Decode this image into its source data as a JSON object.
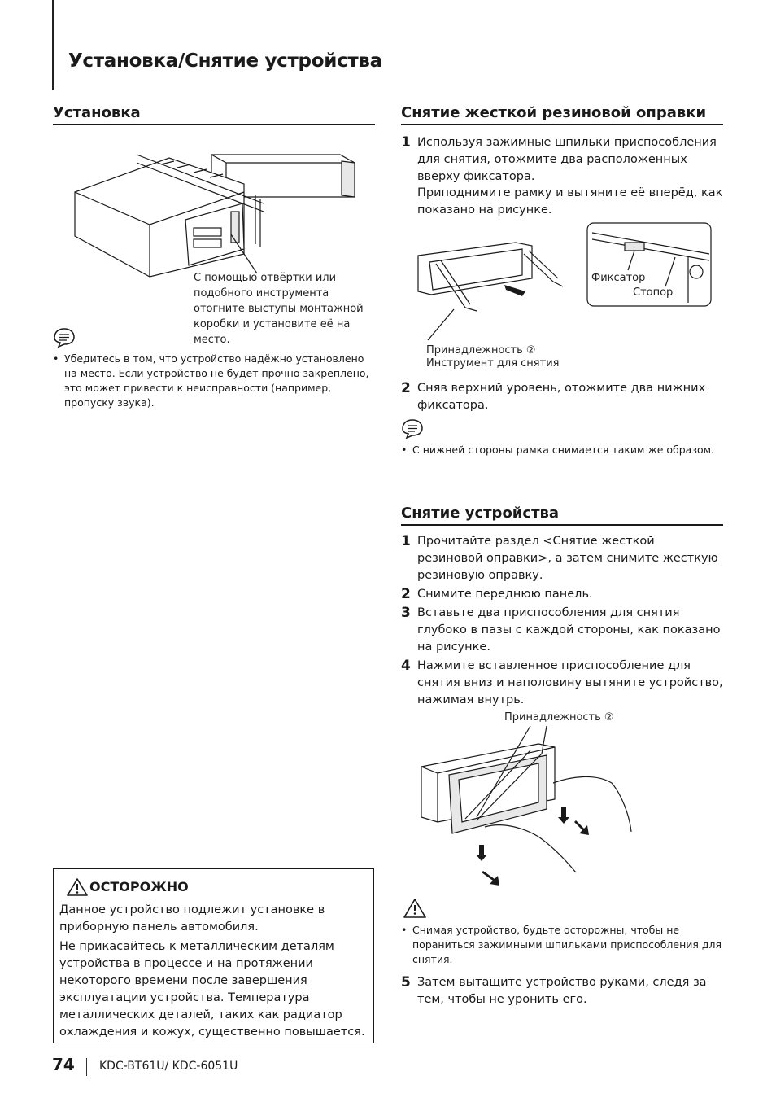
{
  "page": {
    "title": "Установка/Снятие устройства",
    "number": "74",
    "model": "KDC-BT61U/ KDC-6051U"
  },
  "install": {
    "heading": "Установка",
    "callout": "С помощью отвёртки или подобного инструмента отогните выступы монтажной коробки и установите её на место.",
    "note_bullet": "Убедитесь в том, что устройство надёжно установлено на место. Если устройство не будет прочно закреплено, это может привести к неисправности (например, пропуску звука)."
  },
  "caution": {
    "title": "ОСТОРОЖНО",
    "p1": "Данное устройство подлежит установке в приборную панель автомобиля.",
    "p2": "Не прикасайтесь к металлическим деталям устройства в процессе и на протяжении некоторого времени после завершения эксплуатации устройства. Температура металлических деталей, таких как радиатор охлаждения и кожух, существенно повышается."
  },
  "frame_removal": {
    "heading": "Снятие жесткой резиновой оправки",
    "steps": [
      {
        "num": "1",
        "text": "Используя зажимные шпильки приспособления для снятия, отожмите два расположенных вверху фиксатора.",
        "text2": "Приподнимите рамку и вытяните её вперёд, как показано на рисунке."
      },
      {
        "num": "2",
        "text": "Сняв верхний уровень, отожмите два нижних фиксатора."
      }
    ],
    "fig_labels": {
      "latch": "Фиксатор",
      "stopper": "Стопор",
      "accessory": "Принадлежность ②",
      "tool": "Инструмент для снятия"
    },
    "note_bullet": "С нижней стороны рамка снимается таким же образом."
  },
  "unit_removal": {
    "heading": "Снятие устройства",
    "steps": [
      {
        "num": "1",
        "text": "Прочитайте раздел <Снятие жесткой резиновой оправки>, а затем снимите жесткую резиновую оправку."
      },
      {
        "num": "2",
        "text": "Снимите переднюю панель."
      },
      {
        "num": "3",
        "text": "Вставьте два приспособления для снятия глубоко в пазы с каждой стороны, как показано на рисунке."
      },
      {
        "num": "4",
        "text": "Нажмите вставленное приспособление для снятия вниз и наполовину вытяните устройство, нажимая внутрь."
      },
      {
        "num": "5",
        "text": "Затем вытащите устройство руками, следя за тем, чтобы не уронить его."
      }
    ],
    "fig_label": "Принадлежность ②",
    "warning_bullet": "Снимая устройство, будьте осторожны, чтобы не пораниться зажимными шпильками приспособления для снятия."
  }
}
